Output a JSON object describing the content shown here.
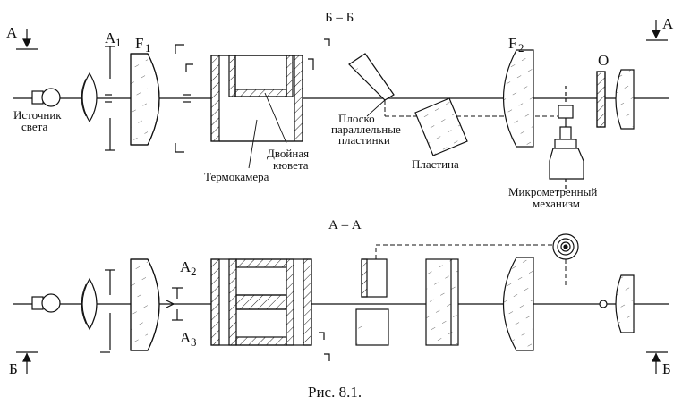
{
  "figure": {
    "caption": "Рис. 8.1.",
    "section_top": "Б – Б",
    "section_bottom": "А – А",
    "marks": {
      "a_left": "А",
      "a_right": "А",
      "b_left": "Б",
      "b_right": "Б"
    },
    "labels": {
      "source_1": "Источник",
      "source_2": "света",
      "a1_main": "A",
      "a1_sub": "1",
      "a2_main": "A",
      "a2_sub": "2",
      "a3_main": "A",
      "a3_sub": "3",
      "f1_main": "F",
      "f1_sub": "1",
      "f2_main": "F",
      "f2_sub": "2",
      "o": "O",
      "plates_1": "Плоско",
      "plates_2": "параллельные",
      "plates_3": "пластинки",
      "cuvette_1": "Двойная",
      "cuvette_2": "кювета",
      "thermo": "Термокамера",
      "plate": "Пластина",
      "micro_1": "Микрометренный",
      "micro_2": "механизм"
    }
  }
}
